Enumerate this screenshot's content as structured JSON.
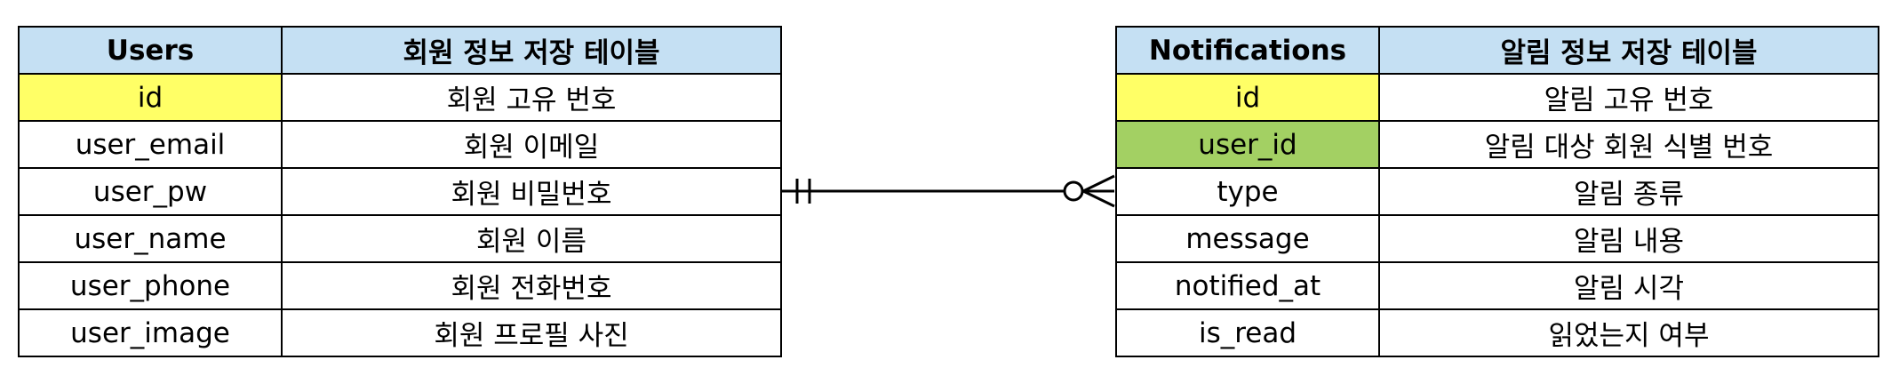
{
  "colors": {
    "header_bg": "#c5e0f3",
    "primary_key_bg": "#ffff66",
    "foreign_key_bg": "#a3d063",
    "line": "#000000"
  },
  "users_table": {
    "name": "Users",
    "description": "회원 정보 저장 테이블",
    "rows": [
      {
        "field": "id",
        "desc": "회원 고유 번호",
        "key": "pk"
      },
      {
        "field": "user_email",
        "desc": "회원 이메일",
        "key": ""
      },
      {
        "field": "user_pw",
        "desc": "회원 비밀번호",
        "key": ""
      },
      {
        "field": "user_name",
        "desc": "회원 이름",
        "key": ""
      },
      {
        "field": "user_phone",
        "desc": "회원 전화번호",
        "key": ""
      },
      {
        "field": "user_image",
        "desc": "회원 프로필 사진",
        "key": ""
      }
    ]
  },
  "notifications_table": {
    "name": "Notifications",
    "description": "알림 정보 저장 테이블",
    "rows": [
      {
        "field": "id",
        "desc": "알림 고유 번호",
        "key": "pk"
      },
      {
        "field": "user_id",
        "desc": "알림 대상 회원 식별 번호",
        "key": "fk"
      },
      {
        "field": "type",
        "desc": "알림 종류",
        "key": ""
      },
      {
        "field": "message",
        "desc": "알림 내용",
        "key": ""
      },
      {
        "field": "notified_at",
        "desc": "알림 시각",
        "key": ""
      },
      {
        "field": "is_read",
        "desc": "읽었는지 여부",
        "key": ""
      }
    ]
  },
  "relationship": {
    "from": "Users",
    "to": "Notifications",
    "from_cardinality": "exactly-one",
    "to_cardinality": "zero-or-many"
  }
}
